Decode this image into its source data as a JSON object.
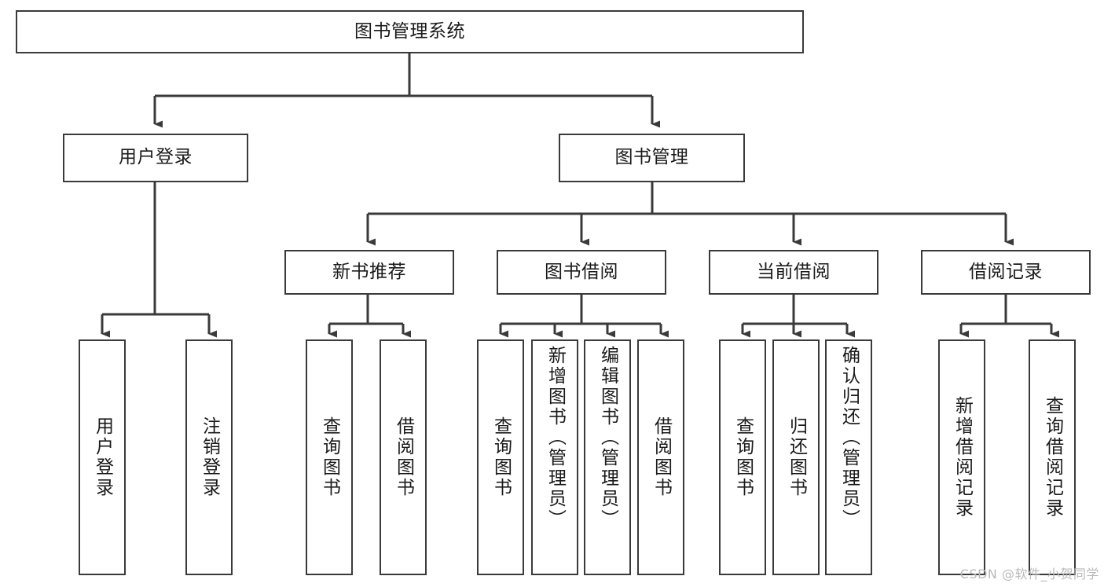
{
  "diagram": {
    "type": "tree",
    "title": "图书管理系统",
    "root": {
      "label": "图书管理系统"
    },
    "level2": [
      {
        "label": "用户登录"
      },
      {
        "label": "图书管理"
      }
    ],
    "level3": [
      {
        "label": "新书推荐"
      },
      {
        "label": "图书借阅"
      },
      {
        "label": "当前借阅"
      },
      {
        "label": "借阅记录"
      }
    ],
    "leaves_user_login": [
      {
        "label": "用户登录"
      },
      {
        "label": "注销登录"
      }
    ],
    "leaves_new_book": [
      {
        "label": "查询图书"
      },
      {
        "label": "借阅图书"
      }
    ],
    "leaves_borrow": [
      {
        "label": "查询图书"
      },
      {
        "label": "新增图书（管理员）"
      },
      {
        "label": "编辑图书（管理员）"
      },
      {
        "label": "借阅图书"
      }
    ],
    "leaves_current": [
      {
        "label": "查询图书"
      },
      {
        "label": "归还图书"
      },
      {
        "label": "确认归还（管理员）"
      }
    ],
    "leaves_records": [
      {
        "label": "新增借阅记录"
      },
      {
        "label": "查询借阅记录"
      }
    ],
    "colors": {
      "stroke": "#3a3a3a",
      "fill": "#ffffff",
      "text": "#1a1a1a",
      "watermark": "#b9b9b9"
    }
  },
  "watermark": {
    "text": "CSDN @软件_小贺同学"
  }
}
